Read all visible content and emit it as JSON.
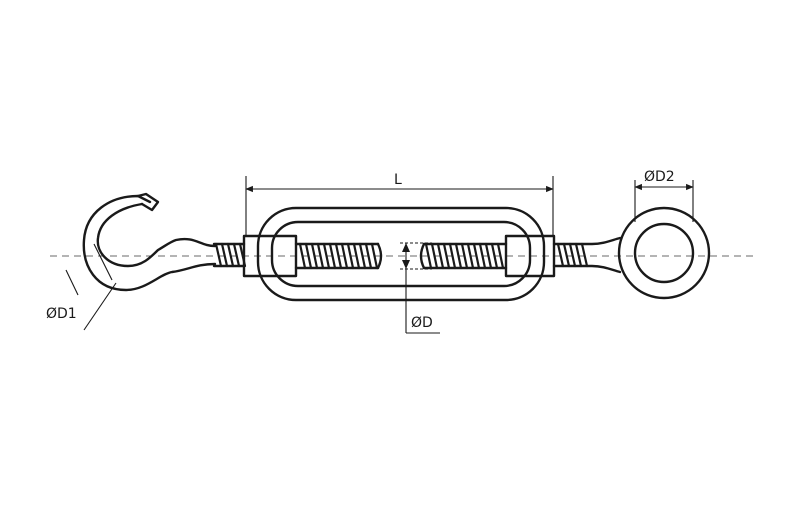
{
  "labels": {
    "length": "L",
    "diameter": "ØD",
    "hook_diameter": "ØD1",
    "eye_diameter": "ØD2"
  },
  "colors": {
    "ink": "#1a1a1a",
    "background": "#ffffff",
    "axis": "#6a6a6a"
  }
}
